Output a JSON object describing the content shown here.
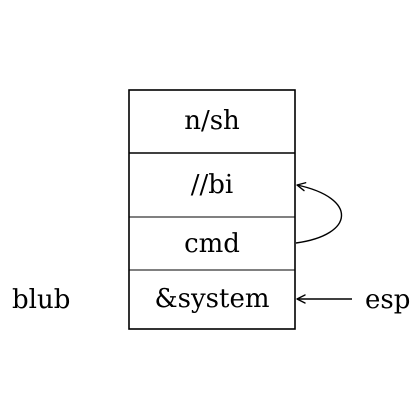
{
  "stack": {
    "cells": [
      {
        "label": "n/sh"
      },
      {
        "label": "//bi"
      },
      {
        "label": "cmd"
      },
      {
        "label": "&system"
      }
    ]
  },
  "left_label": "blub",
  "right_label": "esp",
  "colors": {
    "line": "#000000",
    "background": "#ffffff"
  }
}
